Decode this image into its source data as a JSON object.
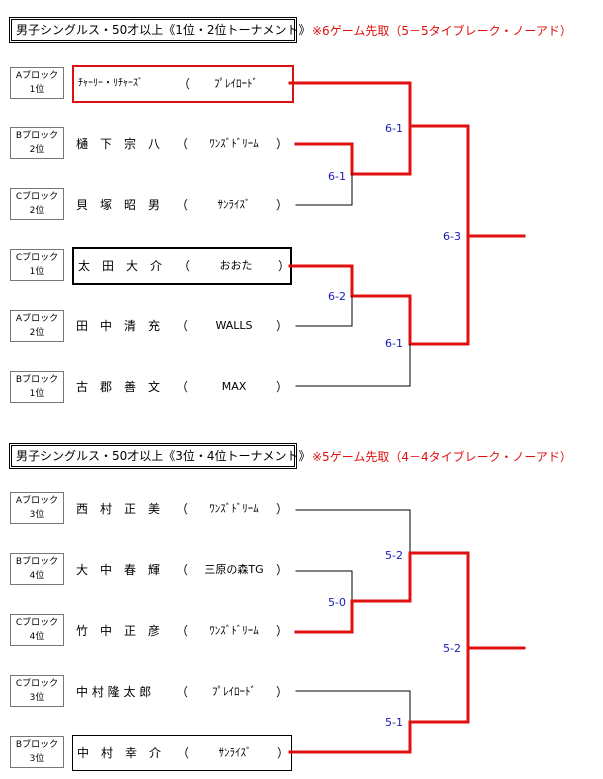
{
  "section1": {
    "title": "男子シングルス・50才以上《1位・2位トーナメント》",
    "note": "※6ゲーム先取（5－5タイブレーク・ノーアド）",
    "entries": [
      {
        "seed1": "Aブロック",
        "seed2": "1位",
        "name": "ﾁｬｰﾘｰ・ﾘﾁｬｰｽﾞ",
        "team": "ﾌﾟﾚｲﾛｰﾄﾞ"
      },
      {
        "seed1": "Bブロック",
        "seed2": "2位",
        "name": "樋　下　宗　八",
        "team": "ﾜﾝｽﾞﾄﾞﾘｰﾑ"
      },
      {
        "seed1": "Cブロック",
        "seed2": "2位",
        "name": "貝　塚　昭　男",
        "team": "ｻﾝﾗｲｽﾞ"
      },
      {
        "seed1": "Cブロック",
        "seed2": "1位",
        "name": "太　田　大　介",
        "team": "おおた"
      },
      {
        "seed1": "Aブロック",
        "seed2": "2位",
        "name": "田　中　清　充",
        "team": "WALLS"
      },
      {
        "seed1": "Bブロック",
        "seed2": "1位",
        "name": "古　郡　善　文",
        "team": "MAX"
      }
    ],
    "scores": [
      "6-1",
      "6-1",
      "6-3",
      "6-2",
      "6-1"
    ]
  },
  "section2": {
    "title": "男子シングルス・50才以上《3位・4位トーナメント》",
    "note": "※5ゲーム先取（4－4タイブレーク・ノーアド）",
    "entries": [
      {
        "seed1": "Aブロック",
        "seed2": "3位",
        "name": "西　村　正　美",
        "team": "ﾜﾝｽﾞﾄﾞﾘｰﾑ"
      },
      {
        "seed1": "Bブロック",
        "seed2": "4位",
        "name": "大　中　春　輝",
        "team": "三原の森TG"
      },
      {
        "seed1": "Cブロック",
        "seed2": "4位",
        "name": "竹　中　正　彦",
        "team": "ﾜﾝｽﾞﾄﾞﾘｰﾑ"
      },
      {
        "seed1": "Cブロック",
        "seed2": "3位",
        "name": "中 村 隆 太 郎",
        "team": "ﾌﾟﾚｲﾛｰﾄﾞ"
      },
      {
        "seed1": "Bブロック",
        "seed2": "3位",
        "name": "中　村　幸　介",
        "team": "ｻﾝﾗｲｽﾞ"
      }
    ],
    "scores": [
      "5-2",
      "5-0",
      "5-2",
      "5-1"
    ]
  },
  "paren_open": "（",
  "paren_close": "）",
  "colors": {
    "winner_line": "#e01010",
    "loser_line": "#000000",
    "score_text": "#1a1ab4"
  }
}
